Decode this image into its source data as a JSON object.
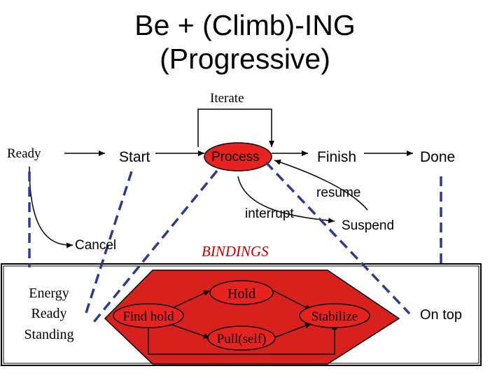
{
  "title": {
    "line1": "Be + (Climb)-ING",
    "line2": "(Progressive)"
  },
  "states": {
    "ready": "Ready",
    "start": "Start",
    "process": "Process",
    "finish": "Finish",
    "done": "Done",
    "cancel": "Cancel",
    "suspend": "Suspend"
  },
  "transitions": {
    "iterate": "Iterate",
    "interrupt": "interrupt",
    "resume": "resume"
  },
  "bindings": {
    "label": "BINDINGS",
    "energy": [
      "Energy",
      "Ready",
      "Standing"
    ],
    "find_hold": "Find hold",
    "hold": "Hold",
    "pull_self": "Pull(self)",
    "stabilize": "Stabilize",
    "on_top": "On top"
  },
  "colors": {
    "process_fill": "#e8221e",
    "bindings_fill": "#d8201d",
    "dashed_link": "#2e3a8c",
    "bindings_label": "#c00000"
  }
}
